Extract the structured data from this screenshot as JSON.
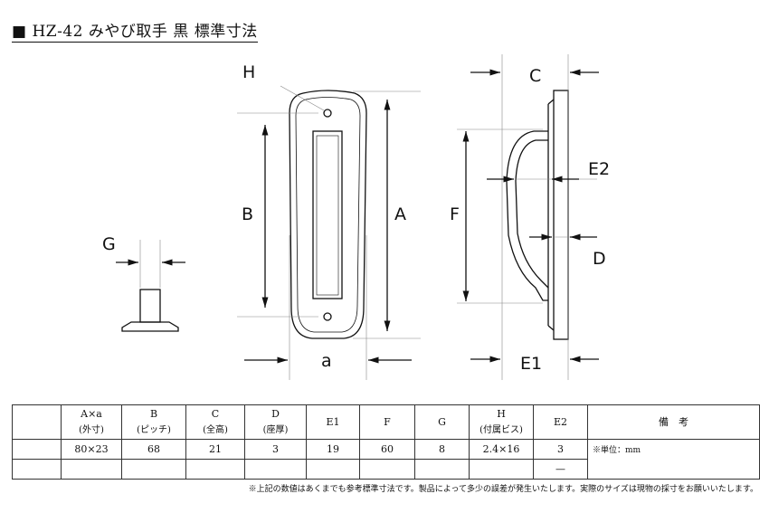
{
  "title": "■ HZ-42 みやび取手 黒 標準寸法",
  "drawing_labels": {
    "H": "H",
    "B": "B",
    "A": "A",
    "a": "a",
    "C": "C",
    "E2": "E2",
    "F": "F",
    "D": "D",
    "E1": "E1",
    "G": "G"
  },
  "table": {
    "headers": [
      {
        "top": "A×a",
        "sub": "(外寸)"
      },
      {
        "top": "B",
        "sub": "(ピッチ)"
      },
      {
        "top": "C",
        "sub": "(全高)"
      },
      {
        "top": "D",
        "sub": "(座厚)"
      },
      {
        "top": "E1",
        "sub": ""
      },
      {
        "top": "F",
        "sub": ""
      },
      {
        "top": "G",
        "sub": ""
      },
      {
        "top": "H",
        "sub": "(付属ビス)"
      },
      {
        "top": "E2",
        "sub": ""
      }
    ],
    "remarks_header": "備　考",
    "row1": [
      "80×23",
      "68",
      "21",
      "3",
      "19",
      "60",
      "8",
      "2.4×16",
      "3"
    ],
    "row2_e2": "—",
    "remark": "※単位：mm"
  },
  "footnote": "※上記の数値はあくまでも参考標準寸法です。製品によって多少の誤差が発生いたします。実際のサイズは現物の採寸をお願いいたします。"
}
